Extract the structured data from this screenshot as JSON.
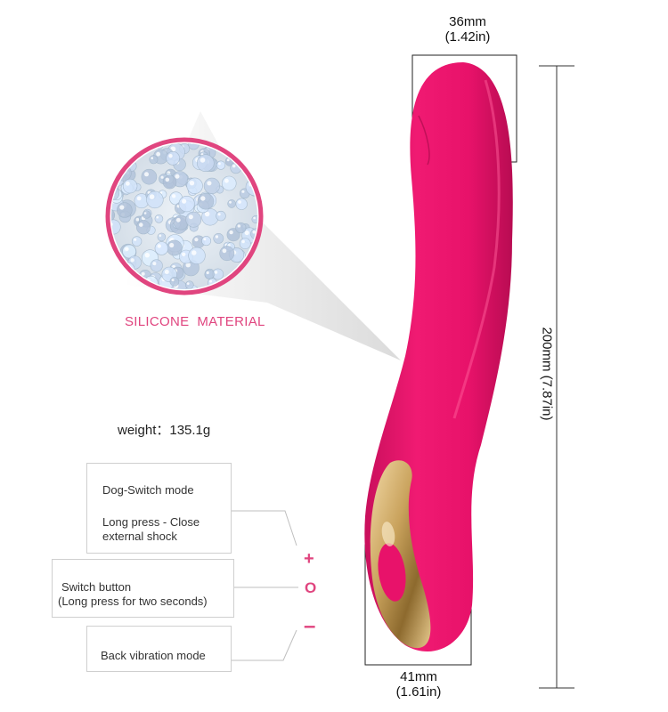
{
  "dimensions": {
    "top_mm": "36mm",
    "top_in": "(1.42in)",
    "bottom_mm": "41mm",
    "bottom_in": "(1.61in)",
    "height": "200mm (7.87in)"
  },
  "material_label": "SILICONE  MATERIAL",
  "weight": "weight：135.1g",
  "callouts": {
    "mode": {
      "title": "Dog-Switch mode",
      "line1": "Long press - Close",
      "line2": "external shock",
      "symbol": "+"
    },
    "switch": {
      "line1": "Switch button",
      "line2": "(Long press for two seconds)",
      "symbol": "O"
    },
    "back": {
      "line1": "Back vibration mode",
      "symbol": "–"
    }
  },
  "colors": {
    "product_pink": "#e8126a",
    "accent_pink": "#e0457f",
    "gold": "#c9a25c"
  }
}
